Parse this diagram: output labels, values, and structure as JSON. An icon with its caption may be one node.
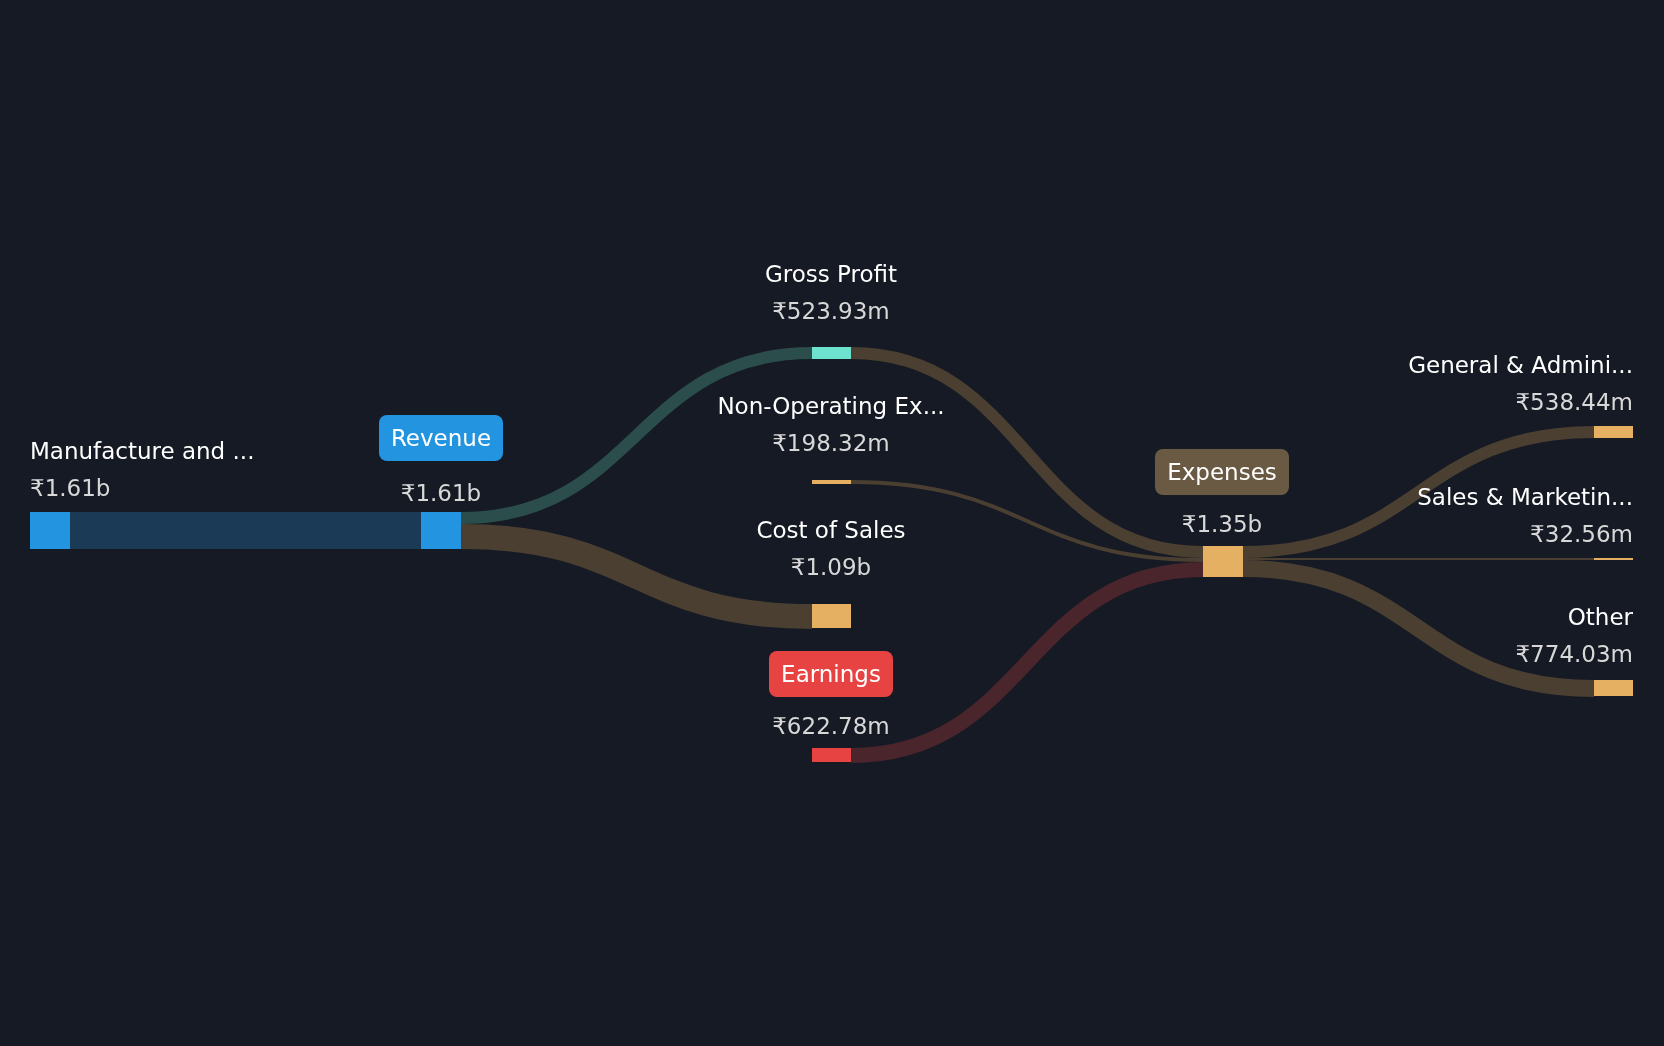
{
  "diagram": {
    "nodes": [
      {
        "text": [
          "Manufacture and ...",
          "₹1.61b"
        ]
      },
      {
        "text": [
          "Revenue",
          "₹1.61b"
        ]
      },
      {
        "text": [
          "Gross Profit",
          "₹523.93m"
        ]
      },
      {
        "text": [
          "Non-Operating Ex...",
          "₹198.32m"
        ]
      },
      {
        "text": [
          "Cost of Sales",
          "₹1.09b"
        ]
      },
      {
        "text": [
          "Earnings",
          "₹622.78m"
        ]
      },
      {
        "text": [
          "Expenses",
          "₹1.35b"
        ]
      },
      {
        "text": [
          "General & Admini...",
          "₹538.44m"
        ]
      },
      {
        "text": [
          "Sales & Marketin...",
          "₹32.56m"
        ]
      },
      {
        "text": [
          "Other",
          "₹774.03m"
        ]
      }
    ],
    "edges": [
      {
        "from": 0,
        "to": 1,
        "arrow": "none",
        "style": "thick",
        "color": "#1b3a55"
      },
      {
        "from": 1,
        "to": 2,
        "arrow": "none",
        "color": "#2b4d4c"
      },
      {
        "from": 1,
        "to": 4,
        "arrow": "none",
        "style": "thick"
      },
      {
        "from": 2,
        "to": 6,
        "arrow": "none"
      },
      {
        "from": 3,
        "to": 6,
        "arrow": "none"
      },
      {
        "from": 5,
        "to": 6,
        "arrow": "none",
        "color": "#4a252b"
      },
      {
        "from": 6,
        "to": 7,
        "arrow": "none"
      },
      {
        "from": 6,
        "to": 8,
        "arrow": "none"
      },
      {
        "from": 6,
        "to": 9,
        "arrow": "none"
      }
    ]
  }
}
